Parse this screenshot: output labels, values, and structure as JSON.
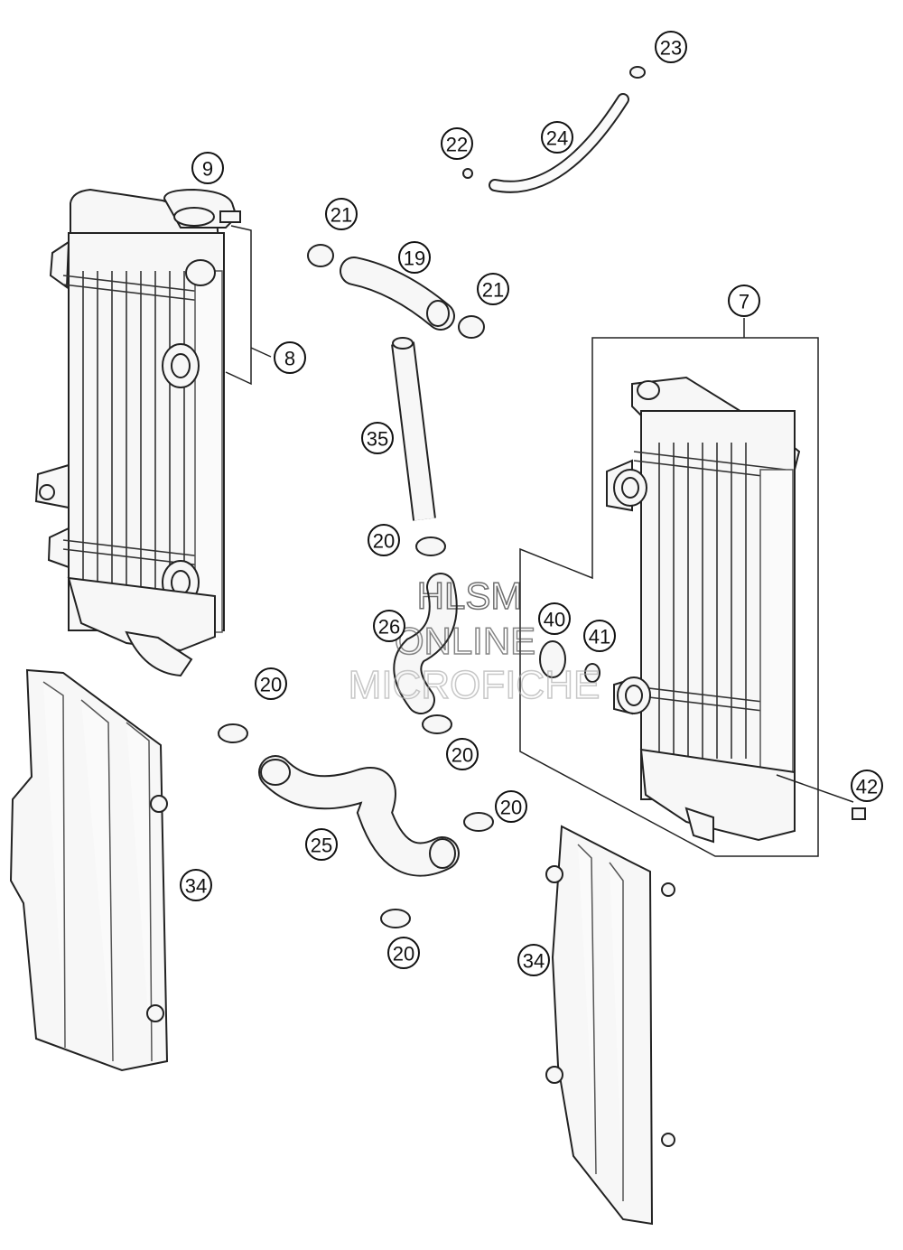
{
  "watermark": {
    "line1": "HLSM",
    "line2": "ONLINE",
    "line3": "MICROFICHE"
  },
  "callouts": [
    {
      "id": "c9",
      "label": "9"
    },
    {
      "id": "c8",
      "label": "8"
    },
    {
      "id": "c21a",
      "label": "21"
    },
    {
      "id": "c19",
      "label": "19"
    },
    {
      "id": "c21b",
      "label": "21"
    },
    {
      "id": "c22",
      "label": "22"
    },
    {
      "id": "c24",
      "label": "24"
    },
    {
      "id": "c23",
      "label": "23"
    },
    {
      "id": "c7",
      "label": "7"
    },
    {
      "id": "c35",
      "label": "35"
    },
    {
      "id": "c20a",
      "label": "20"
    },
    {
      "id": "c26",
      "label": "26"
    },
    {
      "id": "c40",
      "label": "40"
    },
    {
      "id": "c41",
      "label": "41"
    },
    {
      "id": "c20b",
      "label": "20"
    },
    {
      "id": "c20c",
      "label": "20"
    },
    {
      "id": "c20d",
      "label": "20"
    },
    {
      "id": "c25",
      "label": "25"
    },
    {
      "id": "c20e",
      "label": "20"
    },
    {
      "id": "c34a",
      "label": "34"
    },
    {
      "id": "c34b",
      "label": "34"
    },
    {
      "id": "c42",
      "label": "42"
    }
  ]
}
